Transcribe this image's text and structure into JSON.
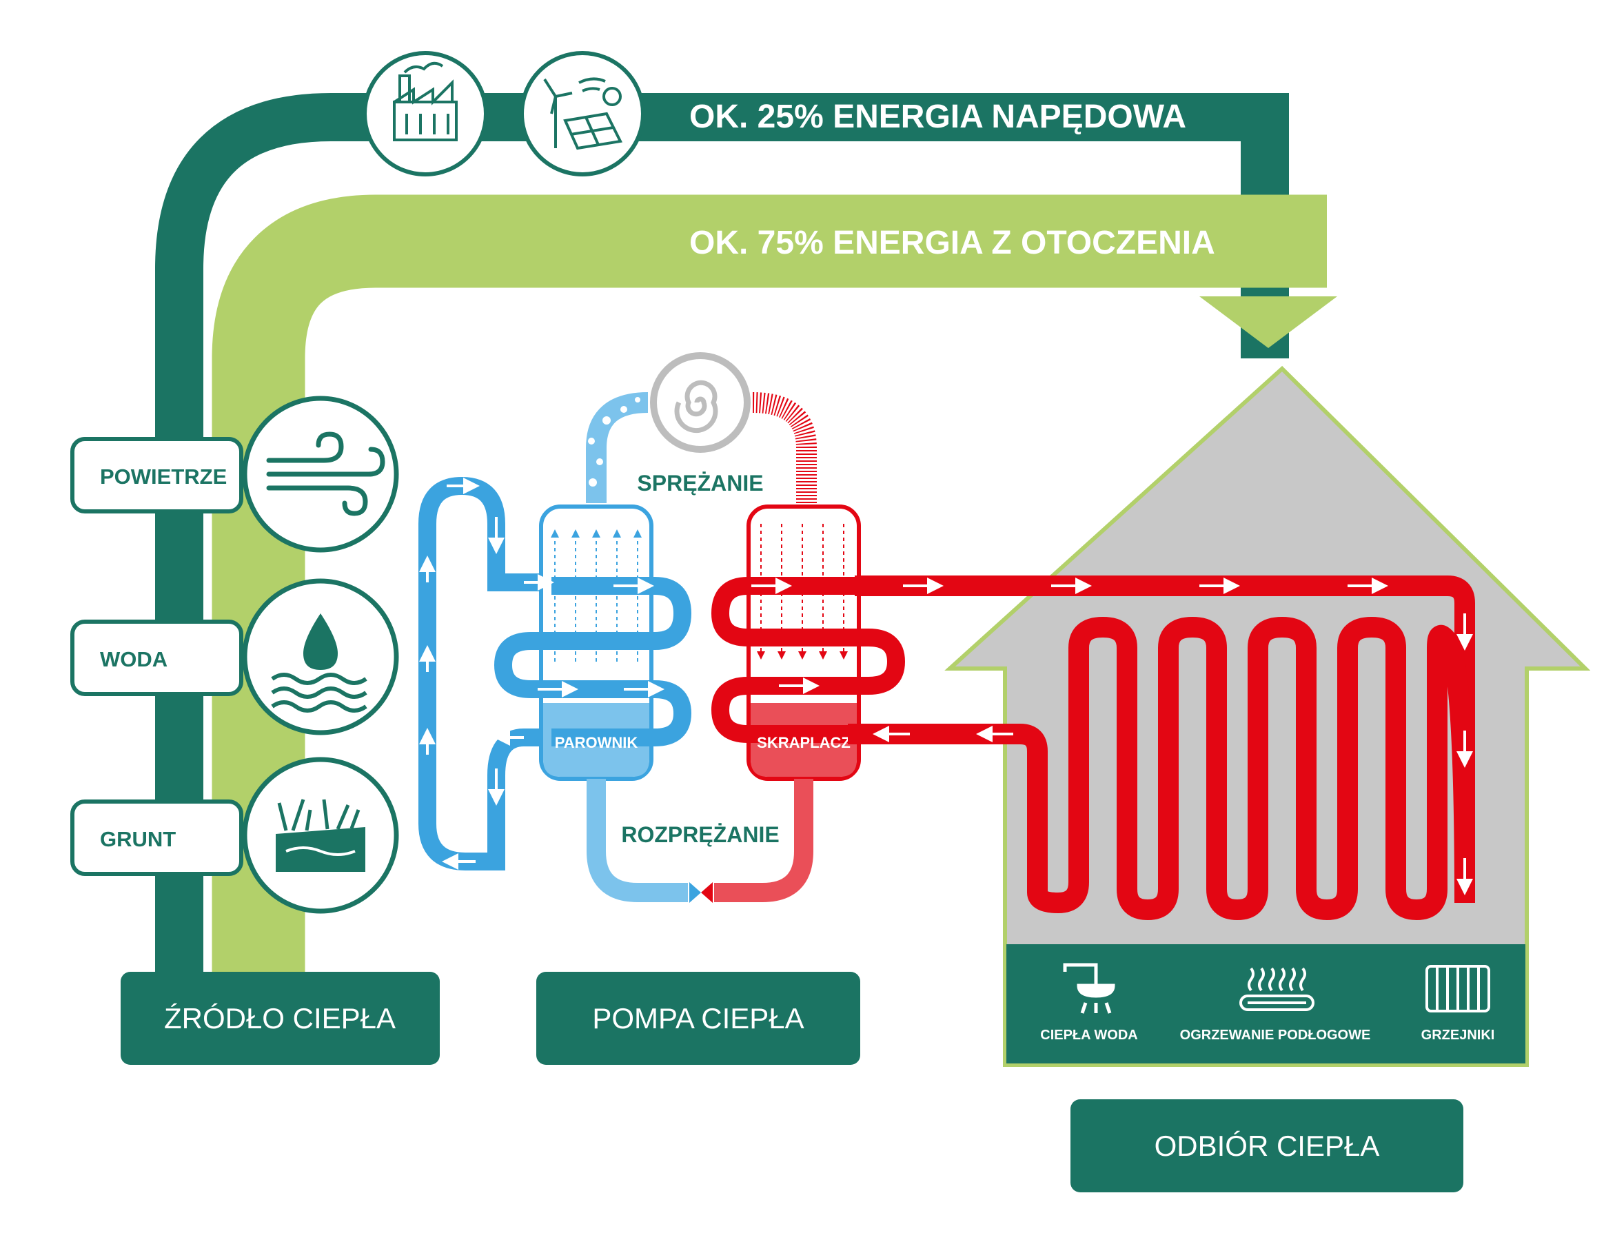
{
  "bands": {
    "drive_energy": "OK. 25% ENERGIA NAPĘDOWA",
    "ambient_energy": "OK. 75% ENERGIA Z OTOCZENIA"
  },
  "sources": {
    "air": "POWIETRZE",
    "water": "WODA",
    "ground": "GRUNT"
  },
  "pump": {
    "compression": "SPRĘŻANIE",
    "expansion": "ROZPRĘŻANIE",
    "evaporator": "PAROWNIK",
    "condenser": "SKRAPLACZ"
  },
  "receivers": {
    "hot_water": "CIEPŁA WODA",
    "floor_heating": "OGRZEWANIE PODŁOGOWE",
    "radiators": "GRZEJNIKI"
  },
  "sections": {
    "source": "ŹRÓDŁO CIEPŁA",
    "pump": "POMPA CIEPŁA",
    "receiver": "ODBIÓR CIEPŁA"
  },
  "icons": {
    "factory": "factory-icon",
    "renewables": "wind-solar-icon",
    "air": "wind-icon",
    "water": "water-drop-icon",
    "ground": "grass-ground-icon",
    "compressor": "compressor-spiral-icon",
    "hot_water": "shower-icon",
    "floor_heating": "floor-heating-icon",
    "radiators": "radiator-icon"
  },
  "colors": {
    "dark_green": "#1b7463",
    "light_green": "#b2d06a",
    "blue": "#3ba3df",
    "light_blue": "#7cc3ec",
    "red": "#e30613",
    "light_red": "#ea4f58",
    "house_gray": "#c8c8c8",
    "compressor_gray": "#bdbdbd"
  }
}
